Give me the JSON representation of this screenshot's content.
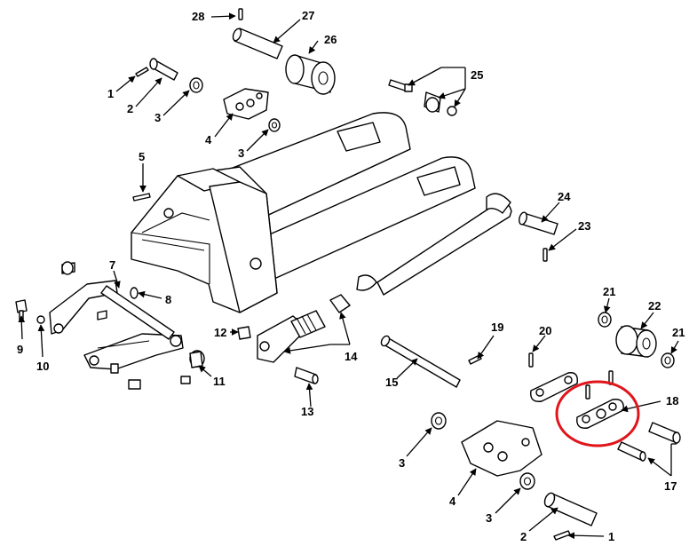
{
  "callouts": [
    {
      "id": "28",
      "text": "28"
    },
    {
      "id": "27",
      "text": "27"
    },
    {
      "id": "26",
      "text": "26"
    },
    {
      "id": "1a",
      "text": "1"
    },
    {
      "id": "2a",
      "text": "2"
    },
    {
      "id": "3a",
      "text": "3"
    },
    {
      "id": "4a",
      "text": "4"
    },
    {
      "id": "3b",
      "text": "3"
    },
    {
      "id": "25",
      "text": "25"
    },
    {
      "id": "5",
      "text": "5"
    },
    {
      "id": "24",
      "text": "24"
    },
    {
      "id": "23",
      "text": "23"
    },
    {
      "id": "7",
      "text": "7"
    },
    {
      "id": "8",
      "text": "8"
    },
    {
      "id": "9",
      "text": "9"
    },
    {
      "id": "10",
      "text": "10"
    },
    {
      "id": "11",
      "text": "11"
    },
    {
      "id": "12",
      "text": "12"
    },
    {
      "id": "13",
      "text": "13"
    },
    {
      "id": "14",
      "text": "14"
    },
    {
      "id": "15",
      "text": "15"
    },
    {
      "id": "19",
      "text": "19"
    },
    {
      "id": "20",
      "text": "20"
    },
    {
      "id": "21a",
      "text": "21"
    },
    {
      "id": "22",
      "text": "22"
    },
    {
      "id": "21b",
      "text": "21"
    },
    {
      "id": "18",
      "text": "18"
    },
    {
      "id": "17",
      "text": "17"
    },
    {
      "id": "3c",
      "text": "3"
    },
    {
      "id": "4b",
      "text": "4"
    },
    {
      "id": "3d",
      "text": "3"
    },
    {
      "id": "2b",
      "text": "2"
    },
    {
      "id": "1b",
      "text": "1"
    }
  ],
  "highlight": {
    "part": "18",
    "color": "#e0151b"
  },
  "colors": {
    "line": "#000000",
    "background": "#ffffff"
  }
}
